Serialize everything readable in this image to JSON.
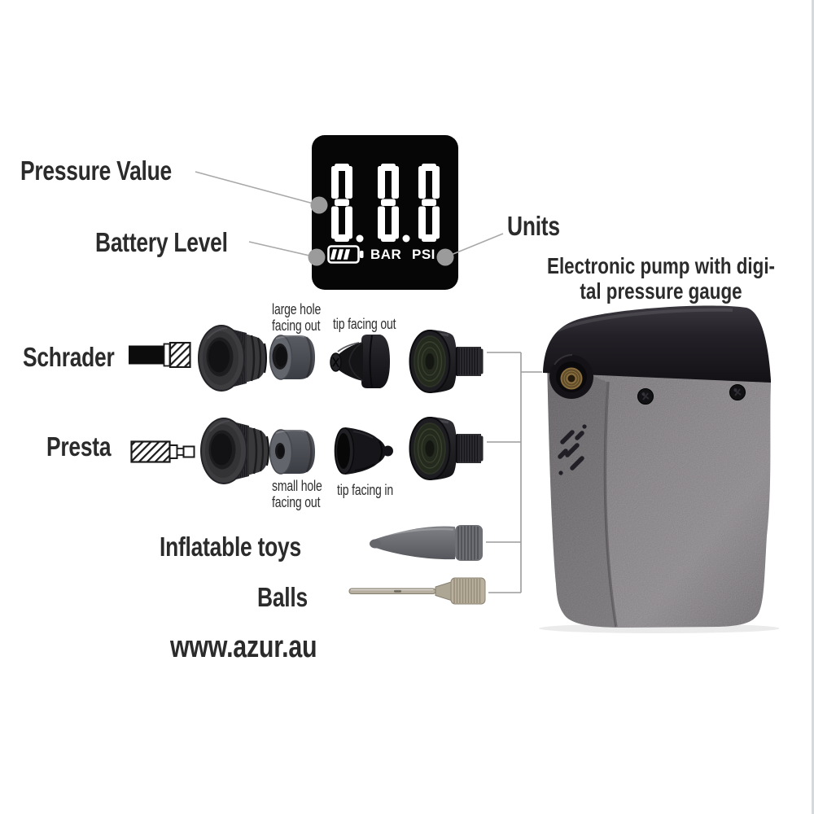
{
  "colors": {
    "text": "#2b2b2b",
    "display_bg": "#060606",
    "display_fg": "#ffffff",
    "callout_line": "#a9a9a9",
    "callout_dot": "#9b9b9b",
    "pump_body": "#6f6b6f",
    "pump_cap": "#1f1d21",
    "page_edge_line": "#d3d9dc"
  },
  "display": {
    "value": "8.8.8",
    "bar_label": "BAR",
    "psi_label": "PSI",
    "battery_icon": "battery-icon"
  },
  "callouts": {
    "pressure_value": "Pressure Value",
    "battery_level": "Battery Level",
    "units": "Units"
  },
  "caption": {
    "line1": "Electronic pump with digi-",
    "line2": "tal pressure gauge"
  },
  "rows": {
    "schrader": {
      "label": "Schrader",
      "hole_note": "large hole facing out",
      "tip_note": "tip facing out"
    },
    "presta": {
      "label": "Presta",
      "hole_note": "small hole facing out",
      "tip_note": "tip facing in"
    },
    "inflatable_toys": {
      "label": "Inflatable toys"
    },
    "balls": {
      "label": "Balls"
    }
  },
  "footer": {
    "website": "www.azur.au"
  }
}
